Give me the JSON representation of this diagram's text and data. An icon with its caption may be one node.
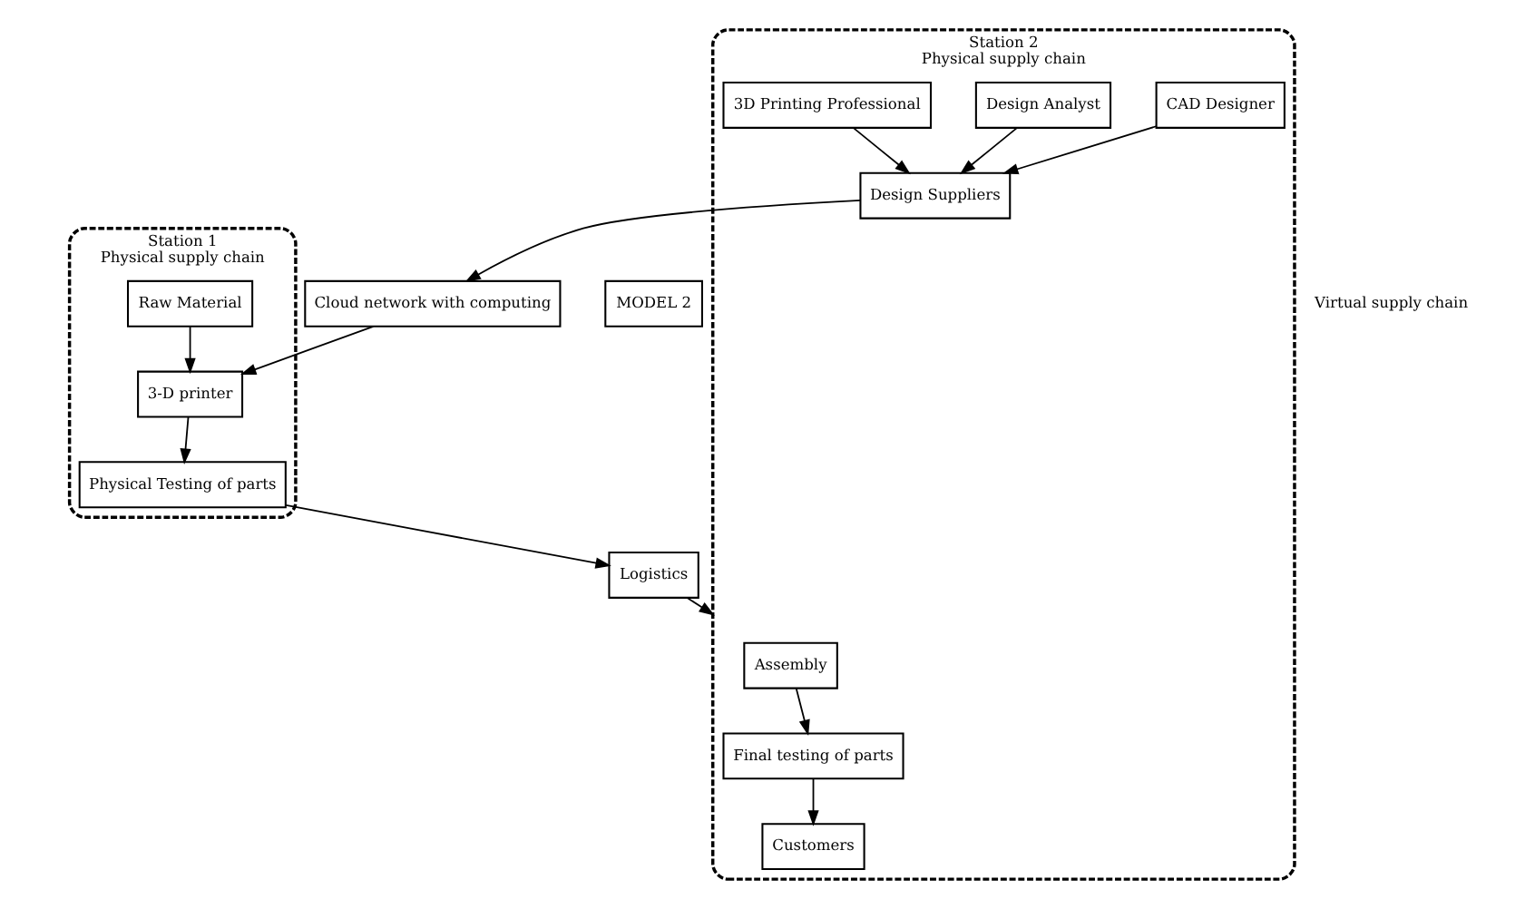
{
  "diagram": {
    "nodes": [
      {
        "text": [
          "Station 1",
          "Physical supply chain"
        ]
      },
      {
        "text": [
          "Raw Material"
        ],
        "in": 0
      },
      {
        "text": [
          "3-D printer"
        ],
        "in": 0
      },
      {
        "text": [
          "Physical Testing of parts"
        ],
        "in": 0
      },
      {
        "text": [
          "MODEL 2"
        ]
      },
      {
        "text": [
          "Logistics"
        ]
      },
      {
        "text": [
          "Cloud network with computing"
        ]
      },
      {
        "text": [
          "Station 2",
          "Physical supply chain"
        ]
      },
      {
        "text": [
          "Assembly"
        ],
        "in": 7
      },
      {
        "text": [
          "Final testing of parts"
        ],
        "in": 7
      },
      {
        "text": [
          "Customers"
        ],
        "in": 7
      },
      {
        "text": [
          "Design Suppliers"
        ],
        "in": 7
      },
      {
        "text": [
          "CAD Designer"
        ],
        "in": 7
      },
      {
        "text": [
          "Design Analyst"
        ],
        "in": 7
      },
      {
        "text": [
          "3D Printing Professional"
        ],
        "in": 7
      }
    ],
    "edges": [
      {
        "from": 1,
        "to": 2,
        "arrow": "to"
      },
      {
        "from": 2,
        "to": 3,
        "arrow": "to"
      },
      {
        "from": 3,
        "to": 5,
        "arrow": "to"
      },
      {
        "from": 5,
        "to": 7,
        "arrow": "to"
      },
      {
        "from": 8,
        "to": 9,
        "arrow": "to"
      },
      {
        "from": 9,
        "to": 10,
        "arrow": "to"
      },
      {
        "from": 12,
        "to": 11,
        "arrow": "to"
      },
      {
        "from": 13,
        "to": 11,
        "arrow": "to"
      },
      {
        "from": 14,
        "to": 11,
        "arrow": "to"
      },
      {
        "from": 11,
        "to": 6,
        "arrow": "to"
      },
      {
        "from": 6,
        "to": 2,
        "arrow": "to"
      }
    ],
    "labels": [
      "Virtual supply chain"
    ]
  }
}
